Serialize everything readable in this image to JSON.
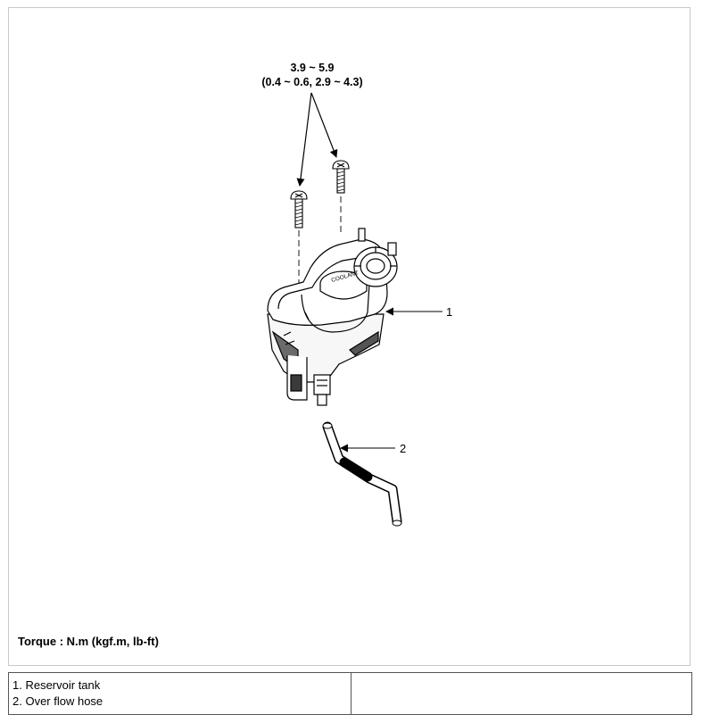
{
  "diagram": {
    "torque_spec": {
      "line1": "3.9 ~ 5.9",
      "line2": "(0.4 ~ 0.6, 2.9 ~ 4.3)"
    },
    "cap_text": "COOLANT",
    "callouts": [
      {
        "number": "1"
      },
      {
        "number": "2"
      }
    ],
    "torque_note": "Torque : N.m (kgf.m, lb-ft)"
  },
  "legend": {
    "items": [
      {
        "text": "1. Reservoir tank"
      },
      {
        "text": "2. Over flow hose"
      }
    ]
  }
}
